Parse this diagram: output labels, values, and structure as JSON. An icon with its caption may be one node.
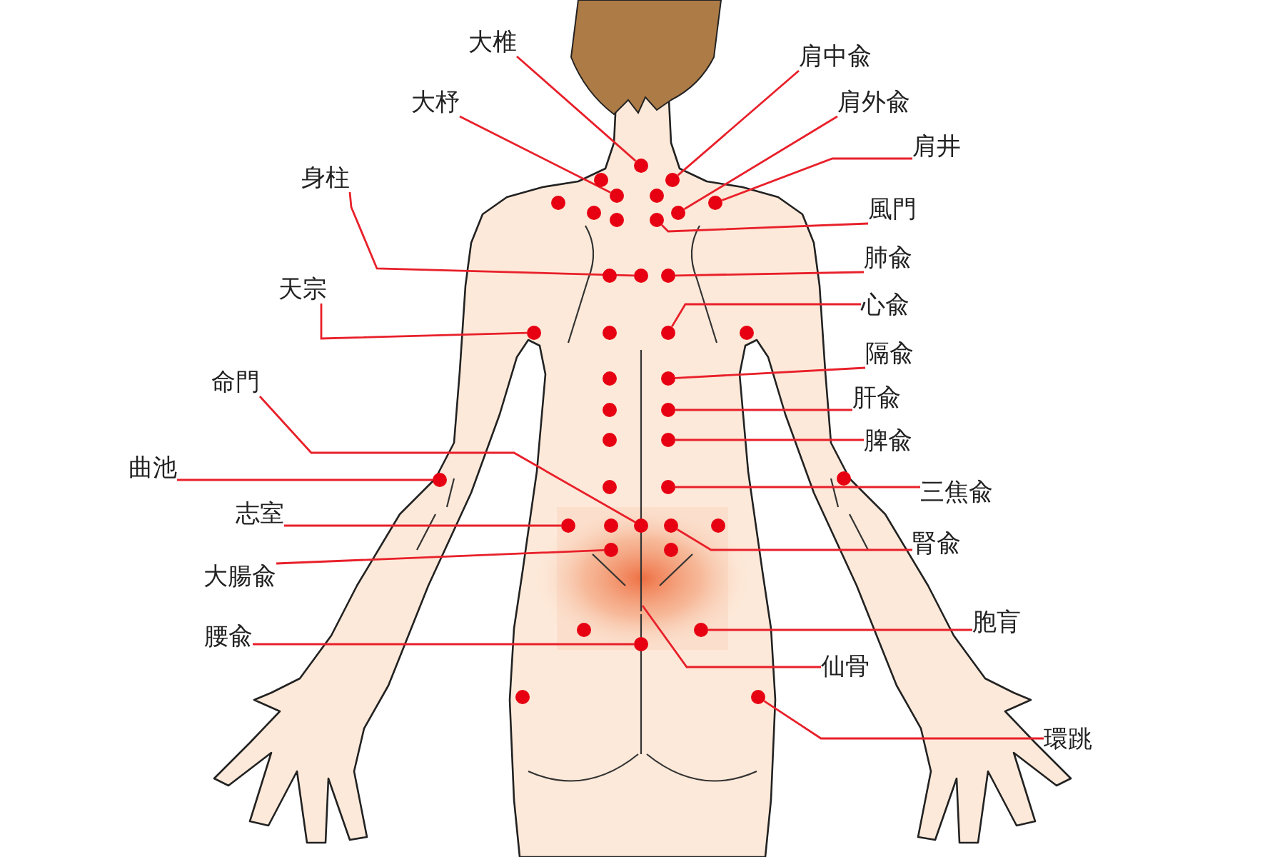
{
  "diagram": {
    "nodes": [
      {
        "text": [
          "大椎"
        ]
      },
      {
        "text": [
          "肩中兪"
        ]
      },
      {
        "text": [
          "大杼"
        ]
      },
      {
        "text": [
          "肩外兪"
        ]
      },
      {
        "text": [
          "肩井"
        ]
      },
      {
        "text": [
          "身柱"
        ]
      },
      {
        "text": [
          "風門"
        ]
      },
      {
        "text": [
          "肺兪"
        ]
      },
      {
        "text": [
          "天宗"
        ]
      },
      {
        "text": [
          "心兪"
        ]
      },
      {
        "text": [
          "隔兪"
        ]
      },
      {
        "text": [
          "命門"
        ]
      },
      {
        "text": [
          "肝兪"
        ]
      },
      {
        "text": [
          "脾兪"
        ]
      },
      {
        "text": [
          "曲池"
        ]
      },
      {
        "text": [
          "三焦兪"
        ]
      },
      {
        "text": [
          "志室"
        ]
      },
      {
        "text": [
          "腎兪"
        ]
      },
      {
        "text": [
          "大腸兪"
        ]
      },
      {
        "text": [
          "胞肓"
        ]
      },
      {
        "text": [
          "腰兪"
        ]
      },
      {
        "text": [
          "仙骨"
        ]
      },
      {
        "text": [
          "環跳"
        ]
      },
      {
        "text": [],
        "shape": "circle"
      },
      {
        "text": [],
        "shape": "circle"
      },
      {
        "text": [],
        "shape": "circle"
      },
      {
        "text": [],
        "shape": "circle"
      },
      {
        "text": [],
        "shape": "circle"
      },
      {
        "text": [],
        "shape": "circle"
      },
      {
        "text": [],
        "shape": "circle"
      },
      {
        "text": [],
        "shape": "circle"
      },
      {
        "text": [],
        "shape": "circle"
      },
      {
        "text": [],
        "shape": "circle"
      },
      {
        "text": [],
        "shape": "circle"
      },
      {
        "text": [],
        "shape": "circle"
      },
      {
        "text": [],
        "shape": "circle"
      },
      {
        "text": [],
        "shape": "circle"
      },
      {
        "text": [],
        "shape": "circle"
      },
      {
        "text": [],
        "shape": "circle"
      },
      {
        "text": [],
        "shape": "circle"
      },
      {
        "text": [],
        "shape": "circle"
      },
      {
        "text": [],
        "shape": "circle"
      },
      {
        "text": [],
        "shape": "circle"
      },
      {
        "text": [],
        "shape": "circle"
      },
      {
        "text": [],
        "shape": "circle"
      },
      {
        "text": [],
        "shape": "circle"
      },
      {
        "text": [],
        "shape": "circle"
      },
      {
        "text": [],
        "shape": "circle"
      },
      {
        "text": [],
        "shape": "circle"
      },
      {
        "text": [],
        "shape": "circle"
      },
      {
        "text": [],
        "shape": "circle"
      },
      {
        "text": [],
        "shape": "circle"
      },
      {
        "text": [],
        "shape": "circle"
      },
      {
        "text": [],
        "shape": "circle"
      },
      {
        "text": [],
        "shape": "circle"
      },
      {
        "text": [],
        "shape": "circle"
      },
      {
        "text": [],
        "shape": "circle"
      },
      {
        "text": [],
        "shape": "circle"
      },
      {
        "text": [],
        "shape": "circle"
      },
      {
        "text": [],
        "shape": "circle"
      },
      {
        "text": [],
        "shape": "circle"
      },
      {
        "text": [],
        "shape": "circle"
      },
      {
        "text": [],
        "shape": "circle"
      }
    ],
    "edges": [
      {
        "from": 0,
        "to": 23,
        "arrow": "none"
      },
      {
        "from": 1,
        "to": 25,
        "arrow": "none"
      },
      {
        "from": 2,
        "to": 26,
        "arrow": "none"
      },
      {
        "from": 3,
        "to": 31,
        "arrow": "none"
      },
      {
        "from": 4,
        "to": 29,
        "arrow": "none"
      },
      {
        "from": 5,
        "to": 35,
        "arrow": "none"
      },
      {
        "from": 6,
        "to": 33,
        "arrow": "none"
      },
      {
        "from": 7,
        "to": 36,
        "arrow": "none"
      },
      {
        "from": 8,
        "to": 37,
        "arrow": "none"
      },
      {
        "from": 9,
        "to": 39,
        "arrow": "none"
      },
      {
        "from": 10,
        "to": 42,
        "arrow": "none"
      },
      {
        "from": 11,
        "to": 53,
        "arrow": "none"
      },
      {
        "from": 12,
        "to": 44,
        "arrow": "none"
      },
      {
        "from": 13,
        "to": 46,
        "arrow": "none"
      },
      {
        "from": 14,
        "to": 47,
        "arrow": "none"
      },
      {
        "from": 15,
        "to": 50,
        "arrow": "none"
      },
      {
        "from": 16,
        "to": 51,
        "arrow": "none"
      },
      {
        "from": 17,
        "to": 54,
        "arrow": "none"
      },
      {
        "from": 18,
        "to": 56,
        "arrow": "none"
      },
      {
        "from": 19,
        "to": 59,
        "arrow": "none"
      },
      {
        "from": 20,
        "to": 60,
        "arrow": "none"
      },
      {
        "from": 21,
        "to": null,
        "arrow": "none"
      },
      {
        "from": 22,
        "to": 62,
        "arrow": "none"
      }
    ]
  }
}
